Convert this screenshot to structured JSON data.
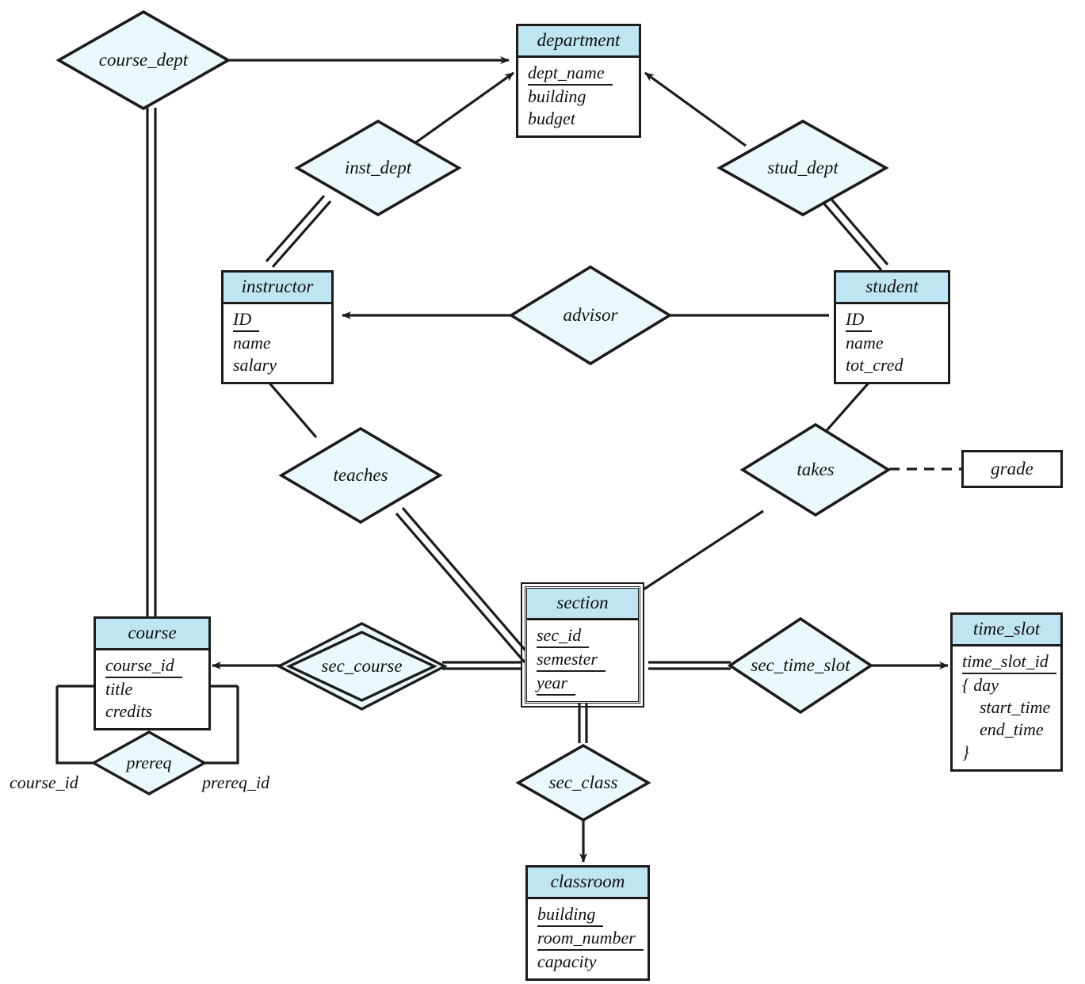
{
  "diagram": {
    "title": "University ER Diagram",
    "colors": {
      "entity_header": "#bfe4f2",
      "diamond_fill": "#eaf7fb",
      "stroke": "#1c1c1c",
      "background": "#ffffff"
    }
  },
  "entities": [
    {
      "id": "department",
      "name": "department",
      "weak": false,
      "attributes": [
        {
          "text": "dept_name",
          "key": true
        },
        {
          "text": "building",
          "key": false
        },
        {
          "text": "budget",
          "key": false
        }
      ]
    },
    {
      "id": "instructor",
      "name": "instructor",
      "weak": false,
      "attributes": [
        {
          "text": "ID",
          "key": true
        },
        {
          "text": "name",
          "key": false
        },
        {
          "text": "salary",
          "key": false
        }
      ]
    },
    {
      "id": "student",
      "name": "student",
      "weak": false,
      "attributes": [
        {
          "text": "ID",
          "key": true
        },
        {
          "text": "name",
          "key": false
        },
        {
          "text": "tot_cred",
          "key": false
        }
      ]
    },
    {
      "id": "course",
      "name": "course",
      "weak": false,
      "attributes": [
        {
          "text": "course_id",
          "key": true
        },
        {
          "text": "title",
          "key": false
        },
        {
          "text": "credits",
          "key": false
        }
      ]
    },
    {
      "id": "section",
      "name": "section",
      "weak": true,
      "attributes": [
        {
          "text": "sec_id",
          "key": true
        },
        {
          "text": "semester",
          "key": true
        },
        {
          "text": "year",
          "key": true
        }
      ]
    },
    {
      "id": "time_slot",
      "name": "time_slot",
      "weak": false,
      "attributes": [
        {
          "text": "time_slot_id",
          "key": true
        },
        {
          "text": "{  day",
          "key": false
        },
        {
          "text": "start_time",
          "key": false,
          "indent": true
        },
        {
          "text": "end_time",
          "key": false,
          "indent": true
        },
        {
          "text": "}",
          "key": false
        }
      ]
    },
    {
      "id": "classroom",
      "name": "classroom",
      "weak": false,
      "attributes": [
        {
          "text": "building",
          "key": true
        },
        {
          "text": "room_number",
          "key": true
        },
        {
          "text": "capacity",
          "key": false
        }
      ]
    }
  ],
  "relationships": [
    {
      "id": "course_dept",
      "name": "course_dept",
      "identifying": false
    },
    {
      "id": "inst_dept",
      "name": "inst_dept",
      "identifying": false
    },
    {
      "id": "stud_dept",
      "name": "stud_dept",
      "identifying": false
    },
    {
      "id": "advisor",
      "name": "advisor",
      "identifying": false
    },
    {
      "id": "teaches",
      "name": "teaches",
      "identifying": false
    },
    {
      "id": "takes",
      "name": "takes",
      "identifying": false
    },
    {
      "id": "sec_course",
      "name": "sec_course",
      "identifying": true
    },
    {
      "id": "sec_time_slot",
      "name": "sec_time_slot",
      "identifying": false
    },
    {
      "id": "sec_class",
      "name": "sec_class",
      "identifying": false
    },
    {
      "id": "prereq",
      "name": "prereq",
      "identifying": false
    }
  ],
  "descriptive_attributes": [
    {
      "id": "grade",
      "name": "grade",
      "owner": "takes"
    }
  ],
  "role_labels": [
    {
      "id": "prereq-role-course-id",
      "text": "course_id"
    },
    {
      "id": "prereq-role-prereq-id",
      "text": "prereq_id"
    }
  ]
}
